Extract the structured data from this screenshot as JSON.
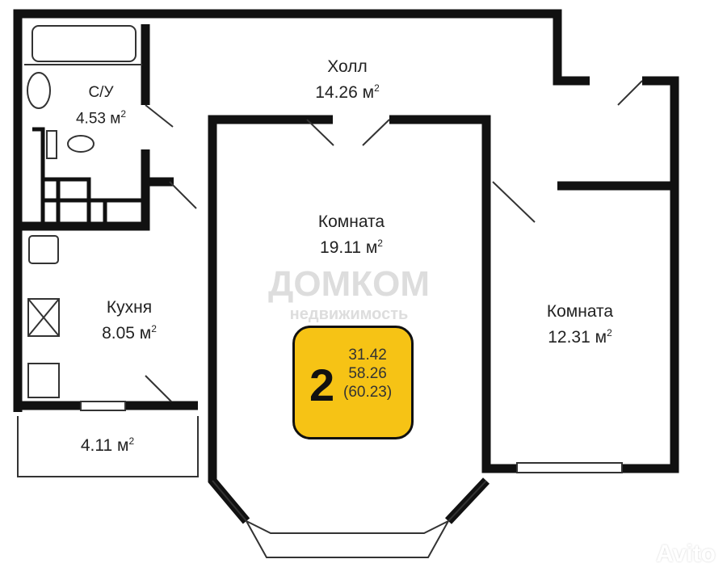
{
  "rooms": [
    {
      "name": "Холл",
      "area": "14.26 м",
      "sup": "2"
    },
    {
      "name": "С/У",
      "area": "4.53 м",
      "sup": "2"
    },
    {
      "name": "Комната",
      "area": "19.11 м",
      "sup": "2"
    },
    {
      "name": "Кухня",
      "area": "8.05 м",
      "sup": "2"
    },
    {
      "name": "Комната",
      "area": "12.31 м",
      "sup": "2"
    },
    {
      "name": "",
      "area": "4.11 м",
      "sup": "2"
    }
  ],
  "badge": {
    "rooms": "2",
    "living": "31.42",
    "total": "58.26",
    "total_with_balcony": "(60.23)",
    "color": "#f6c315"
  },
  "watermark": {
    "brand": "ДОМКОМ",
    "sub": "недвижимость"
  },
  "logo": "Avito"
}
